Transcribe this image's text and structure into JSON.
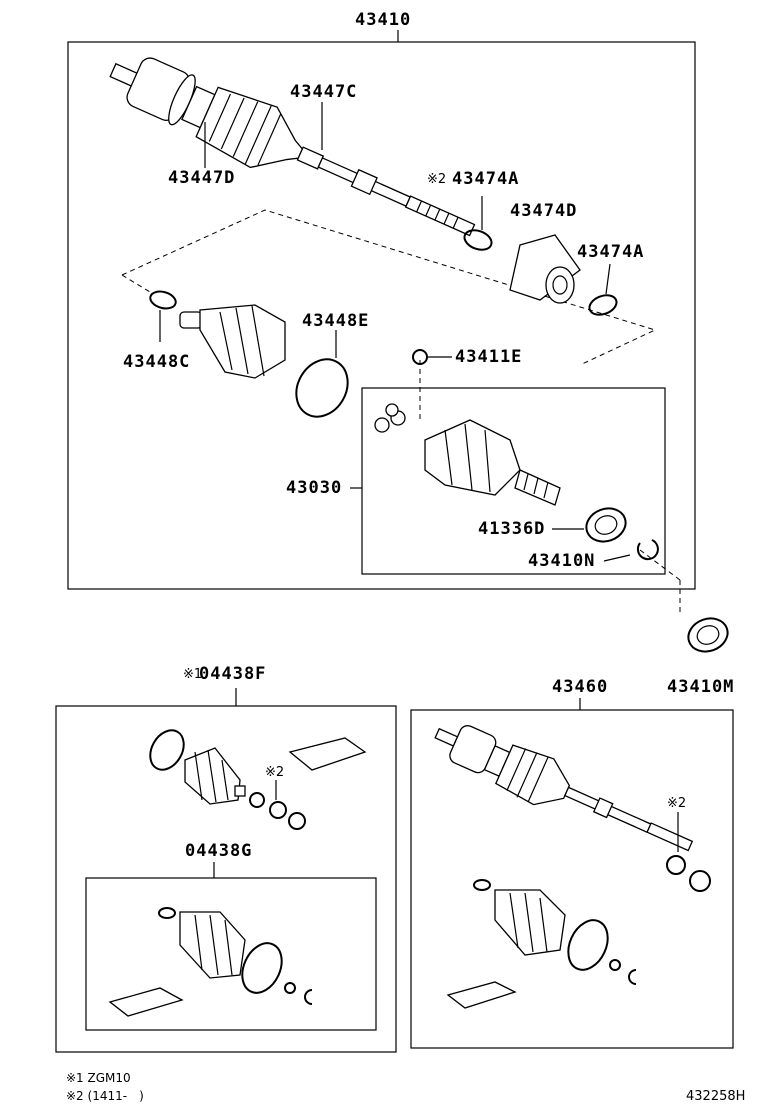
{
  "labels": {
    "main_assy": "43410",
    "outer_boot": "43447C",
    "outer_joint": "43447D",
    "mark2_a": "※2",
    "clamp_a_top": "43474A",
    "damper": "43474D",
    "clamp_a_right": "43474A",
    "inner_boot_clamp": "43448C",
    "inner_band": "43448E",
    "snap_ring": "43411E",
    "inner_joint": "43030",
    "seal": "41336D",
    "ring_n": "43410N",
    "bearing": "43410M",
    "kit1_mark": "※1",
    "kit1": "04438F",
    "mark2_kit": "※2",
    "kit2": "04438G",
    "alt_shaft": "43460",
    "mark2_alt": "※2"
  },
  "notes": {
    "note1_mark": "※1",
    "note1_text": "ZGM10",
    "note2_mark": "※2",
    "note2_text": "(1411-　)"
  },
  "diagram_id": "432258H"
}
